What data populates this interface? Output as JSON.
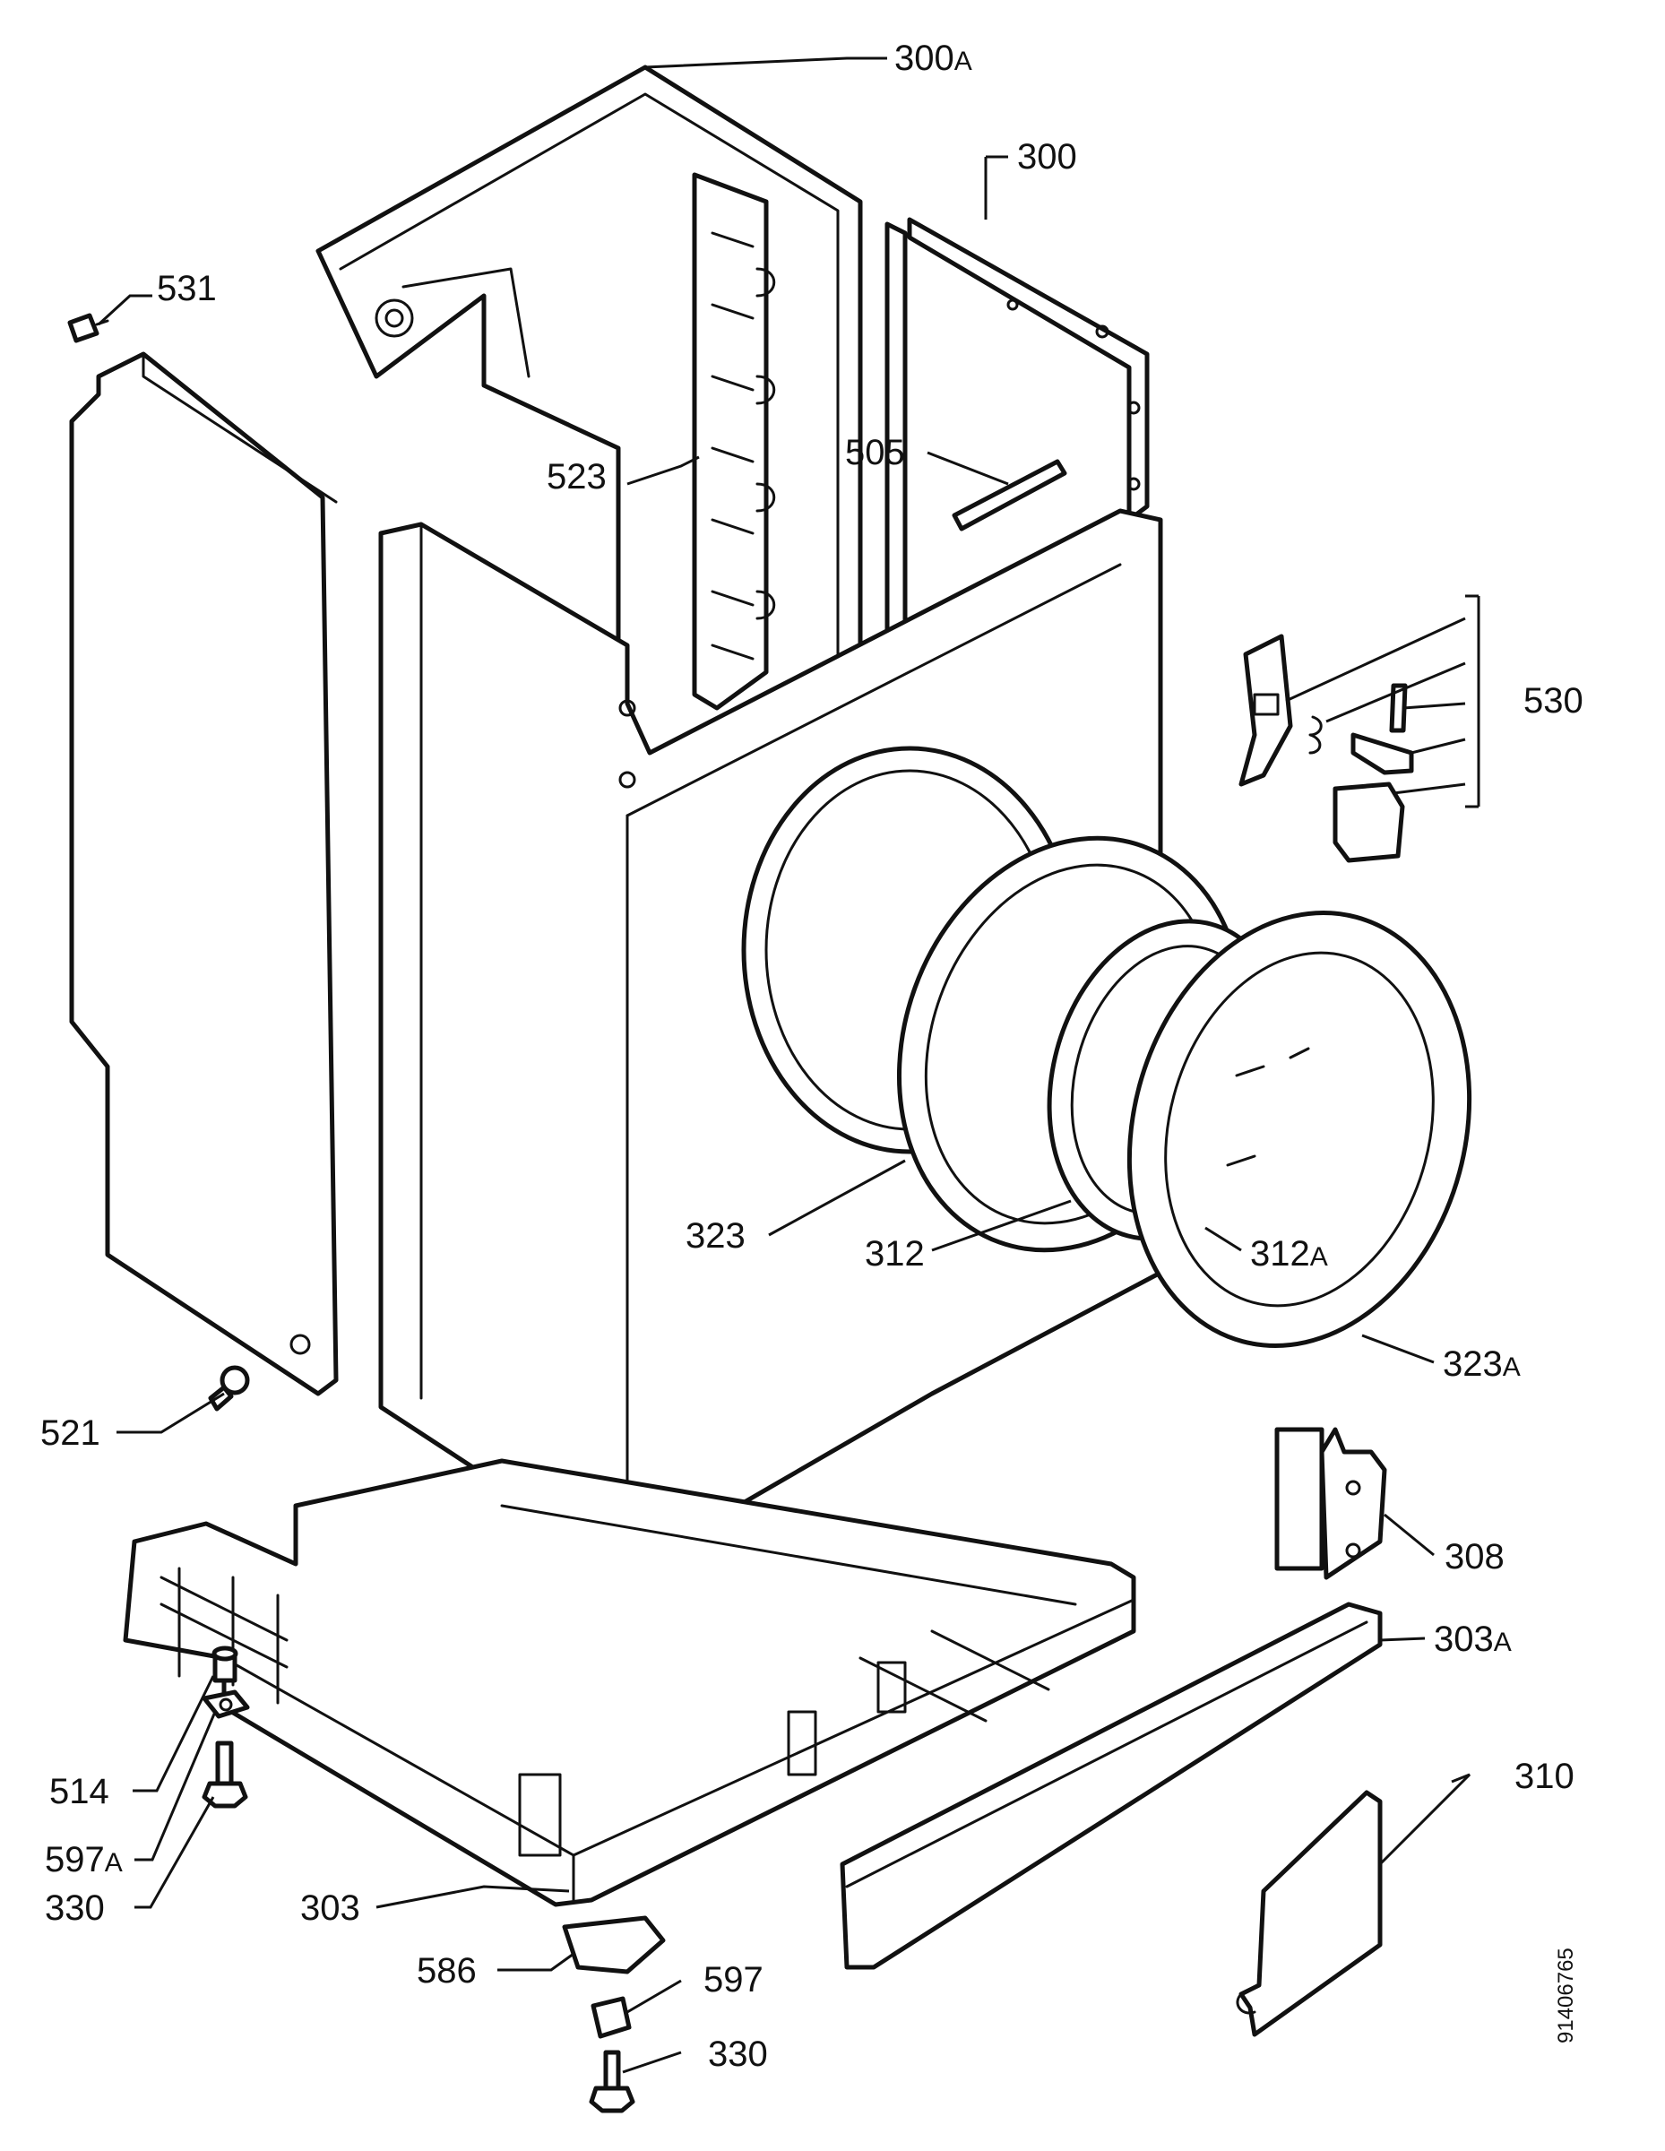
{
  "labels": {
    "p300a": {
      "num": "300",
      "suffix": "A"
    },
    "p300": {
      "num": "300",
      "suffix": ""
    },
    "p531": {
      "num": "531",
      "suffix": ""
    },
    "p523": {
      "num": "523",
      "suffix": ""
    },
    "p505": {
      "num": "505",
      "suffix": ""
    },
    "p530": {
      "num": "530",
      "suffix": ""
    },
    "p323": {
      "num": "323",
      "suffix": ""
    },
    "p312": {
      "num": "312",
      "suffix": ""
    },
    "p312a": {
      "num": "312",
      "suffix": "A"
    },
    "p323a": {
      "num": "323",
      "suffix": "A"
    },
    "p521": {
      "num": "521",
      "suffix": ""
    },
    "p308": {
      "num": "308",
      "suffix": ""
    },
    "p303a": {
      "num": "303",
      "suffix": "A"
    },
    "p310": {
      "num": "310",
      "suffix": ""
    },
    "p514": {
      "num": "514",
      "suffix": ""
    },
    "p597a": {
      "num": "597",
      "suffix": "A"
    },
    "p330a": {
      "num": "330",
      "suffix": ""
    },
    "p303": {
      "num": "303",
      "suffix": ""
    },
    "p586": {
      "num": "586",
      "suffix": ""
    },
    "p597": {
      "num": "597",
      "suffix": ""
    },
    "p330b": {
      "num": "330",
      "suffix": ""
    }
  },
  "drawing_code": "91406765"
}
